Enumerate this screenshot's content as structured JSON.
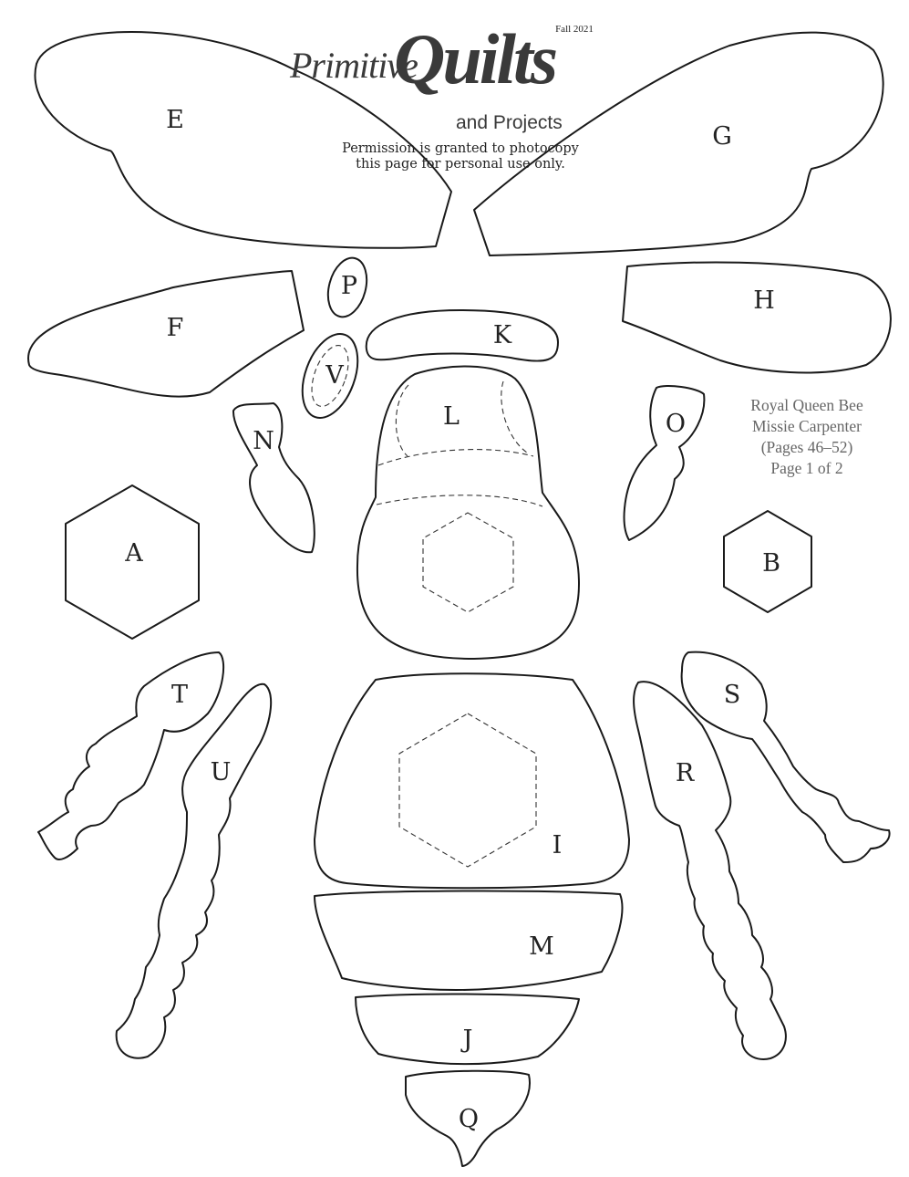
{
  "header": {
    "issue": "Fall 2021",
    "logo": {
      "word1": "Primitive",
      "word2": "Quilts",
      "word3": "and Projects"
    },
    "permission_line1": "Permission is granted to photocopy",
    "permission_line2": "this page for personal use only."
  },
  "info": {
    "title": "Royal Queen Bee",
    "designer": "Missie Carpenter",
    "pages": "(Pages 46–52)",
    "page_of": "Page 1 of 2"
  },
  "pieces": {
    "E": "E",
    "G": "G",
    "F": "F",
    "H": "H",
    "P": "P",
    "V": "V",
    "K": "K",
    "L": "L",
    "N": "N",
    "O": "O",
    "A": "A",
    "B": "B",
    "T": "T",
    "U": "U",
    "S": "S",
    "R": "R",
    "I": "I",
    "M": "M",
    "J": "J",
    "Q": "Q"
  }
}
